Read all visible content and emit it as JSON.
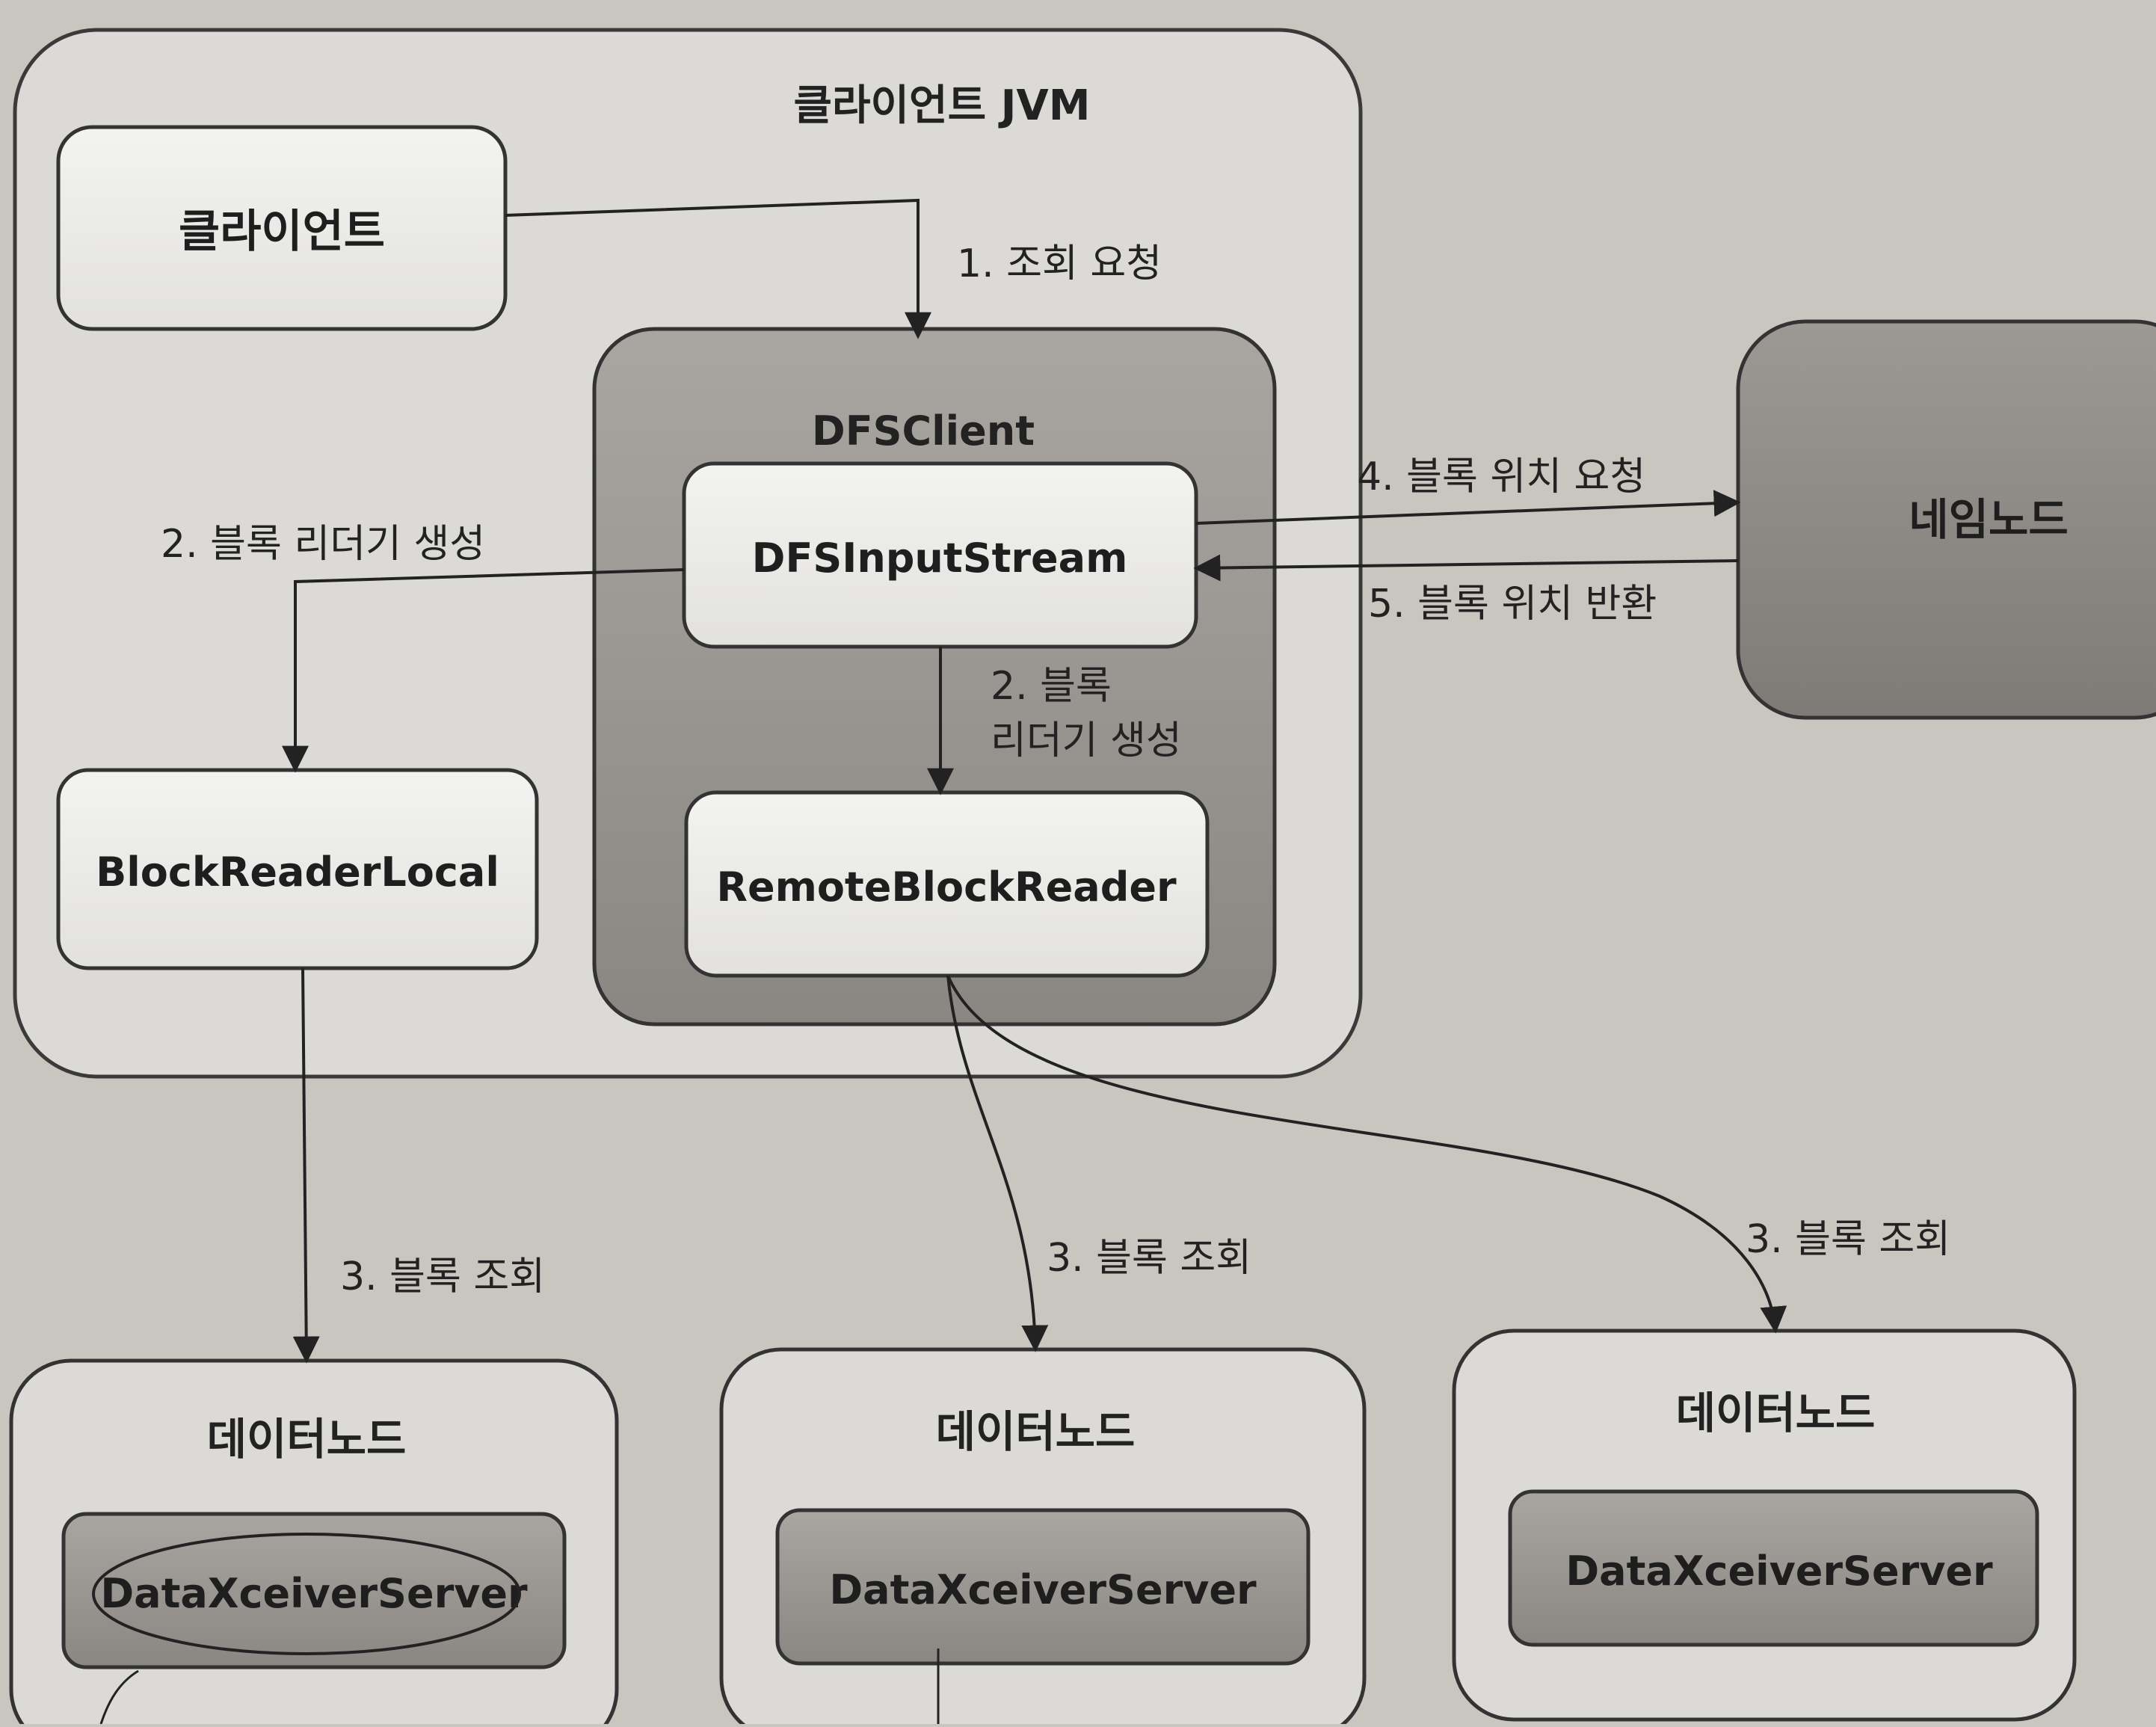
{
  "diagram": {
    "client_jvm": {
      "title": "클라이언트 JVM"
    },
    "client": {
      "label": "클라이언트"
    },
    "dfsclient": {
      "title": "DFSClient",
      "input_stream": "DFSInputStream",
      "remote_reader": "RemoteBlockReader"
    },
    "block_reader_local": {
      "label": "BlockReaderLocal"
    },
    "namenode": {
      "label": "네임노드"
    },
    "datanodes": [
      {
        "title": "데이터노드",
        "server": "DataXceiverServer"
      },
      {
        "title": "데이터노드",
        "server": "DataXceiverServer"
      },
      {
        "title": "데이터노드",
        "server": "DataXceiverServer"
      }
    ],
    "edges": {
      "lookup_request": "1. 조회 요청",
      "create_reader_left": "2. 블록 리더기 생성",
      "create_reader_mid_line1": "2. 블록",
      "create_reader_mid_line2": "리더기 생성",
      "block_location_request": "4. 블록 위치 요청",
      "block_location_return": "5. 블록 위치 반환",
      "block_read_1": "3. 블록 조회",
      "block_read_2": "3. 블록 조회",
      "block_read_3": "3. 블록 조회"
    }
  }
}
